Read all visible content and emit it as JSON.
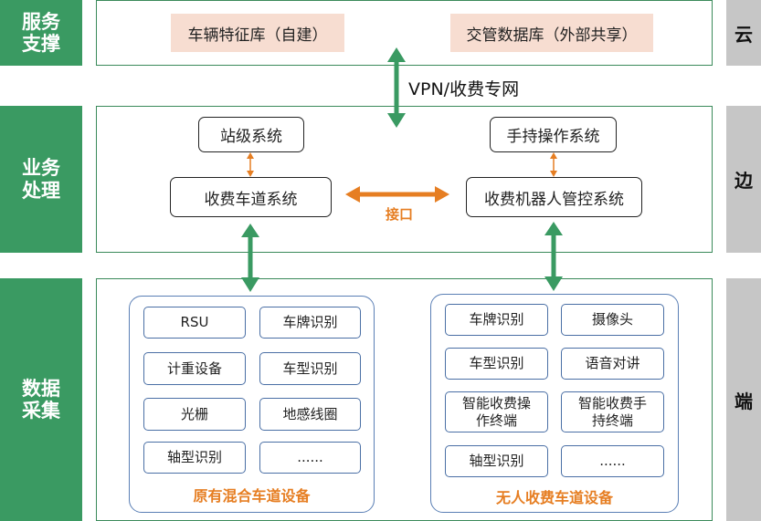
{
  "layers": [
    {
      "left_label": "服务\n支撑",
      "right_label": "云"
    },
    {
      "left_label": "业务\n处理",
      "right_label": "边"
    },
    {
      "left_label": "数据\n采集",
      "right_label": "端"
    }
  ],
  "cloud": {
    "vehicle_db": "车辆特征库（自建）",
    "traffic_db": "交管数据库（外部共享）"
  },
  "link_vpn": "VPN/收费专网",
  "edge": {
    "station_system": "站级系统",
    "handheld_system": "手持操作系统",
    "lane_system": "收费车道系统",
    "robot_system": "收费机器人管控系统",
    "interface_label": "接口"
  },
  "groups": [
    {
      "title": "原有混合车道设备",
      "devices": [
        "RSU",
        "车牌识别",
        "计重设备",
        "车型识别",
        "光栅",
        "地感线圈",
        "轴型识别",
        "......"
      ]
    },
    {
      "title": "无人收费车道设备",
      "devices": [
        "车牌识别",
        "摄像头",
        "车型识别",
        "语音对讲",
        "智能收费操\n作终端",
        "智能收费手\n持终端",
        "轴型识别",
        "......"
      ]
    }
  ],
  "colors": {
    "layer_green": "#3a9a62",
    "layer_gray": "#c6c6c6",
    "arrow_green": "#3a9a62",
    "arrow_orange": "#e67e22",
    "device_border": "#4a6fa5"
  }
}
